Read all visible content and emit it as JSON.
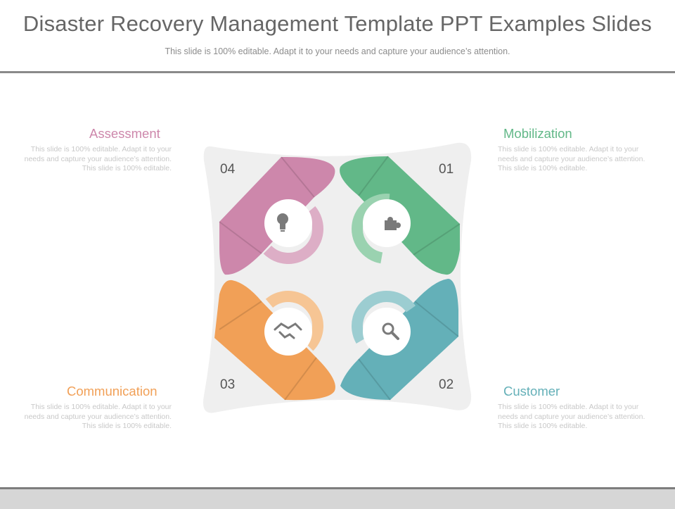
{
  "header": {
    "title": "Disaster Recovery Management Template PPT Examples Slides",
    "subtitle": "This slide is 100% editable. Adapt it to your needs and capture your audience’s attention."
  },
  "items": [
    {
      "number": "04",
      "label": "Assessment",
      "color": "#cd87ab",
      "light": "#ddaec6",
      "icon": "lightbulb-icon",
      "desc": "This slide is 100% editable. Adapt it to your needs and capture your audience’s attention. This slide is 100% editable."
    },
    {
      "number": "01",
      "label": "Mobilization",
      "color": "#62b888",
      "light": "#9ad2b0",
      "icon": "puzzle-icon",
      "desc": "This slide is 100% editable. Adapt it to your needs and capture your audience’s attention. This slide is 100% editable."
    },
    {
      "number": "03",
      "label": "Communication",
      "color": "#f1a057",
      "light": "#f6c594",
      "icon": "handshake-icon",
      "desc": "This slide is 100% editable. Adapt it to your needs and capture your audience’s attention. This slide is 100% editable."
    },
    {
      "number": "02",
      "label": "Customer",
      "color": "#64b0b8",
      "light": "#9ccdd1",
      "icon": "magnifier-icon",
      "desc": "This slide is 100% editable. Adapt it to your needs and capture your audience’s attention. This slide is 100% editable."
    }
  ]
}
